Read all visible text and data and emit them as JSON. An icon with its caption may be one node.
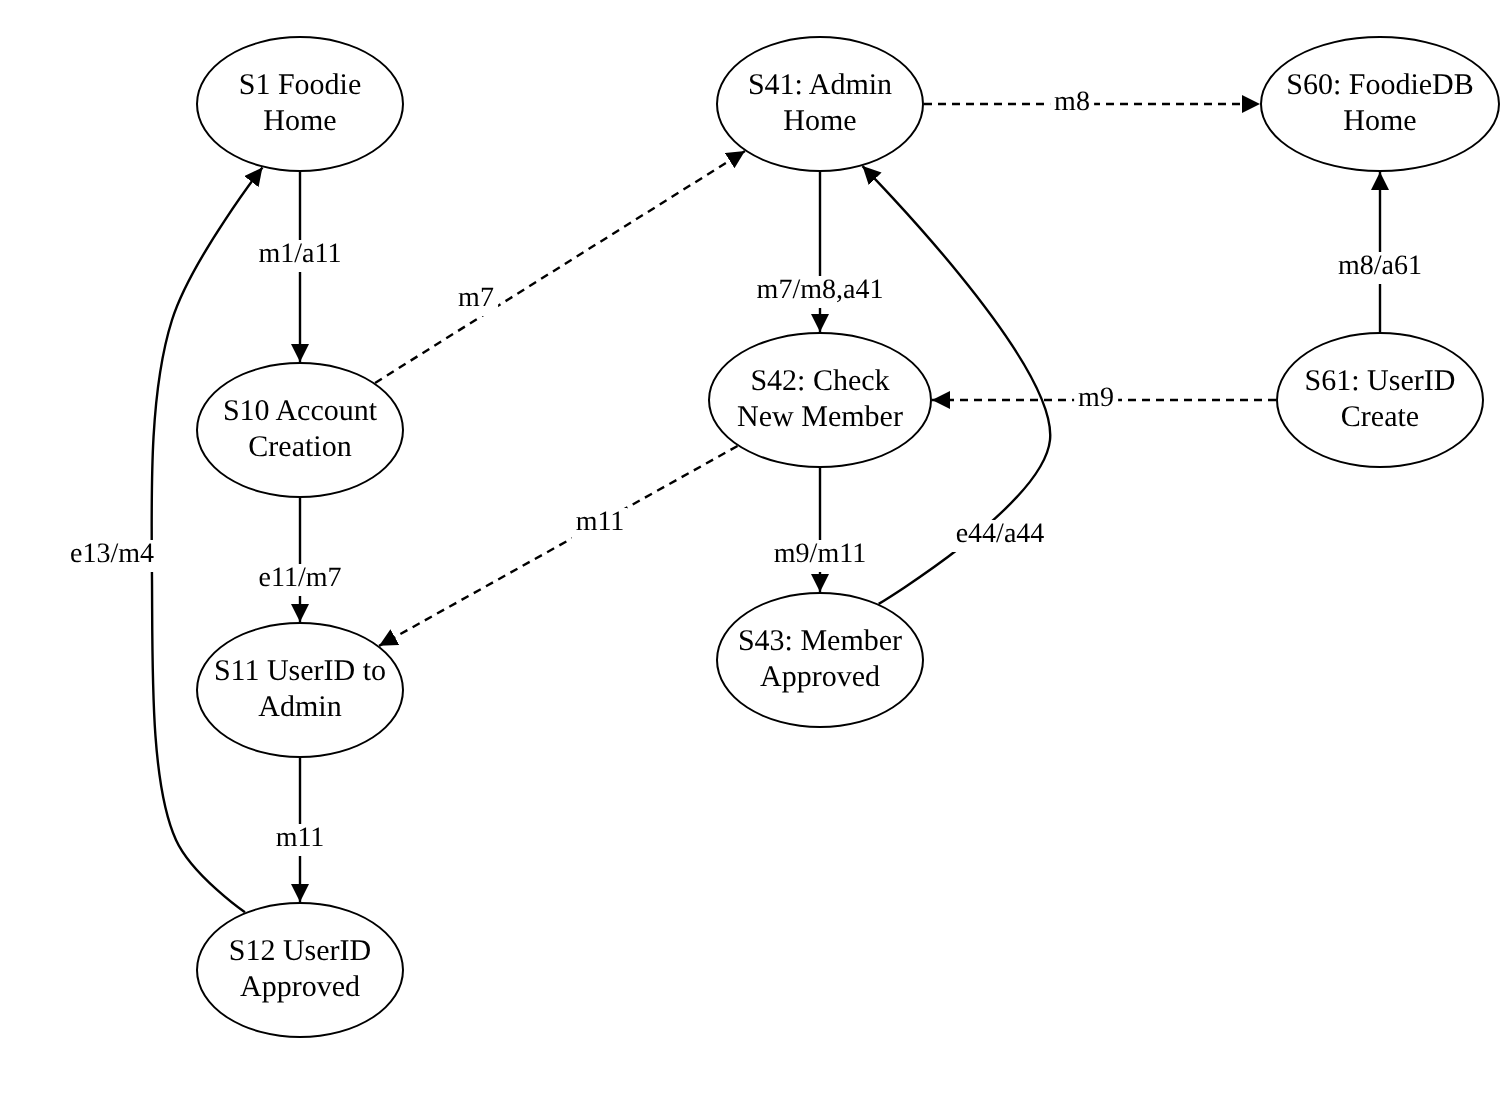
{
  "diagram": {
    "nodes": [
      {
        "text": [
          "S1 Foodie Home"
        ]
      },
      {
        "text": [
          "S10 Account Creation"
        ]
      },
      {
        "text": [
          "S11 UserID to Admin"
        ]
      },
      {
        "text": [
          "S12 UserID Approved"
        ]
      },
      {
        "text": [
          "S41: Admin Home"
        ]
      },
      {
        "text": [
          "S60: FoodieDB Home"
        ]
      },
      {
        "text": [
          "S42: Check New Member"
        ]
      },
      {
        "text": [
          "S61: UserID Create"
        ]
      },
      {
        "text": [
          "S43: Member Approved"
        ]
      }
    ],
    "edges": [
      {
        "from": 0,
        "to": 1,
        "arrow": "to",
        "label": "m1/a11"
      },
      {
        "from": 1,
        "to": 2,
        "arrow": "to",
        "label": "e11/m7"
      },
      {
        "from": 2,
        "to": 3,
        "arrow": "to",
        "label": "m11"
      },
      {
        "from": 3,
        "to": 0,
        "arrow": "to",
        "label": "e13/m4"
      },
      {
        "from": 1,
        "to": 4,
        "arrow": "to",
        "label": "m7",
        "style": "dashed"
      },
      {
        "from": 4,
        "to": 5,
        "arrow": "to",
        "label": "m8",
        "style": "dashed"
      },
      {
        "from": 4,
        "to": 6,
        "arrow": "to",
        "label": "m7/m8,a41"
      },
      {
        "from": 7,
        "to": 5,
        "arrow": "to",
        "label": "m8/a61"
      },
      {
        "from": 7,
        "to": 6,
        "arrow": "to",
        "label": "m9",
        "style": "dashed"
      },
      {
        "from": 6,
        "to": 2,
        "arrow": "to",
        "label": "m11",
        "style": "dashed"
      },
      {
        "from": 6,
        "to": 8,
        "arrow": "to",
        "label": "m9/m11"
      },
      {
        "from": 8,
        "to": 4,
        "arrow": "to",
        "label": "e44/a44"
      }
    ]
  }
}
